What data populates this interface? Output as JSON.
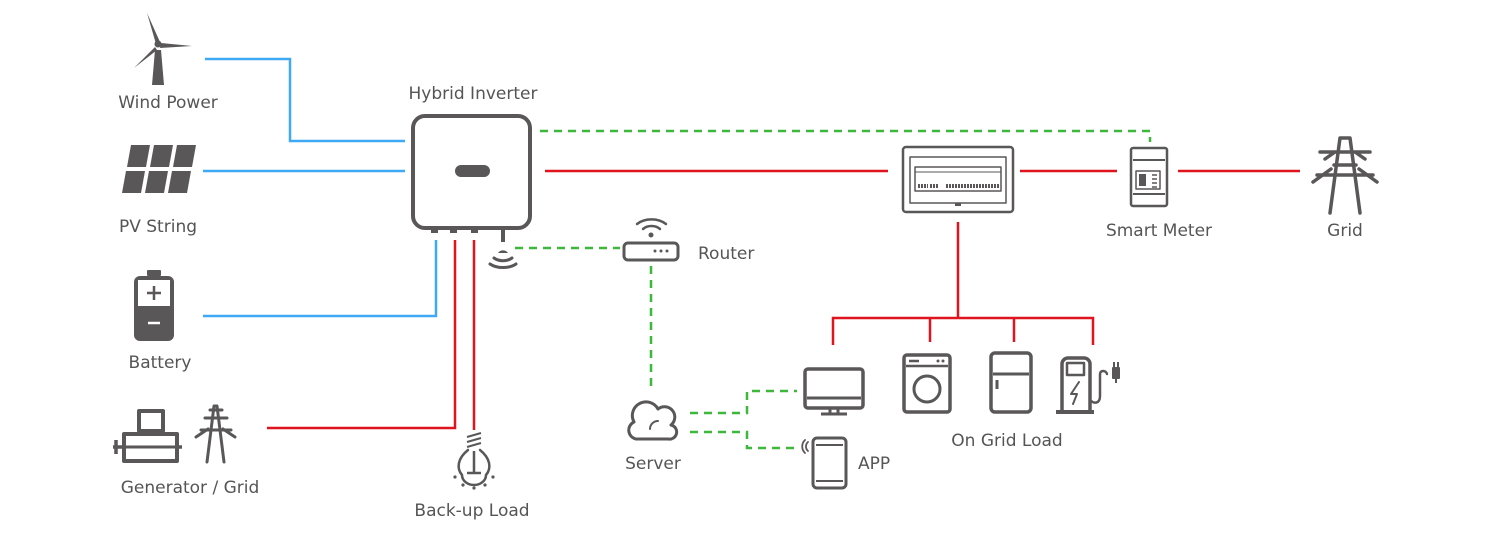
{
  "labels": {
    "wind": "Wind Power",
    "pv": "PV String",
    "battery": "Battery",
    "generator": "Generator / Grid",
    "inverter": "Hybrid Inverter",
    "backup": "Back-up Load",
    "router": "Router",
    "server": "Server",
    "app": "APP",
    "on_grid_load": "On Grid Load",
    "smart_meter": "Smart Meter",
    "grid": "Grid"
  },
  "colors": {
    "dc_line": "#3fa9f5",
    "ac_line": "#e0141e",
    "comm_line": "#3db83a",
    "icon": "#595757"
  },
  "icons": [
    "wind-turbine",
    "solar-panel",
    "battery",
    "generator",
    "pylon",
    "inverter",
    "wifi",
    "router",
    "cloud",
    "monitor",
    "phone",
    "washing-machine",
    "fridge",
    "ev-charger",
    "distribution-box",
    "smart-meter",
    "light-bulb"
  ]
}
